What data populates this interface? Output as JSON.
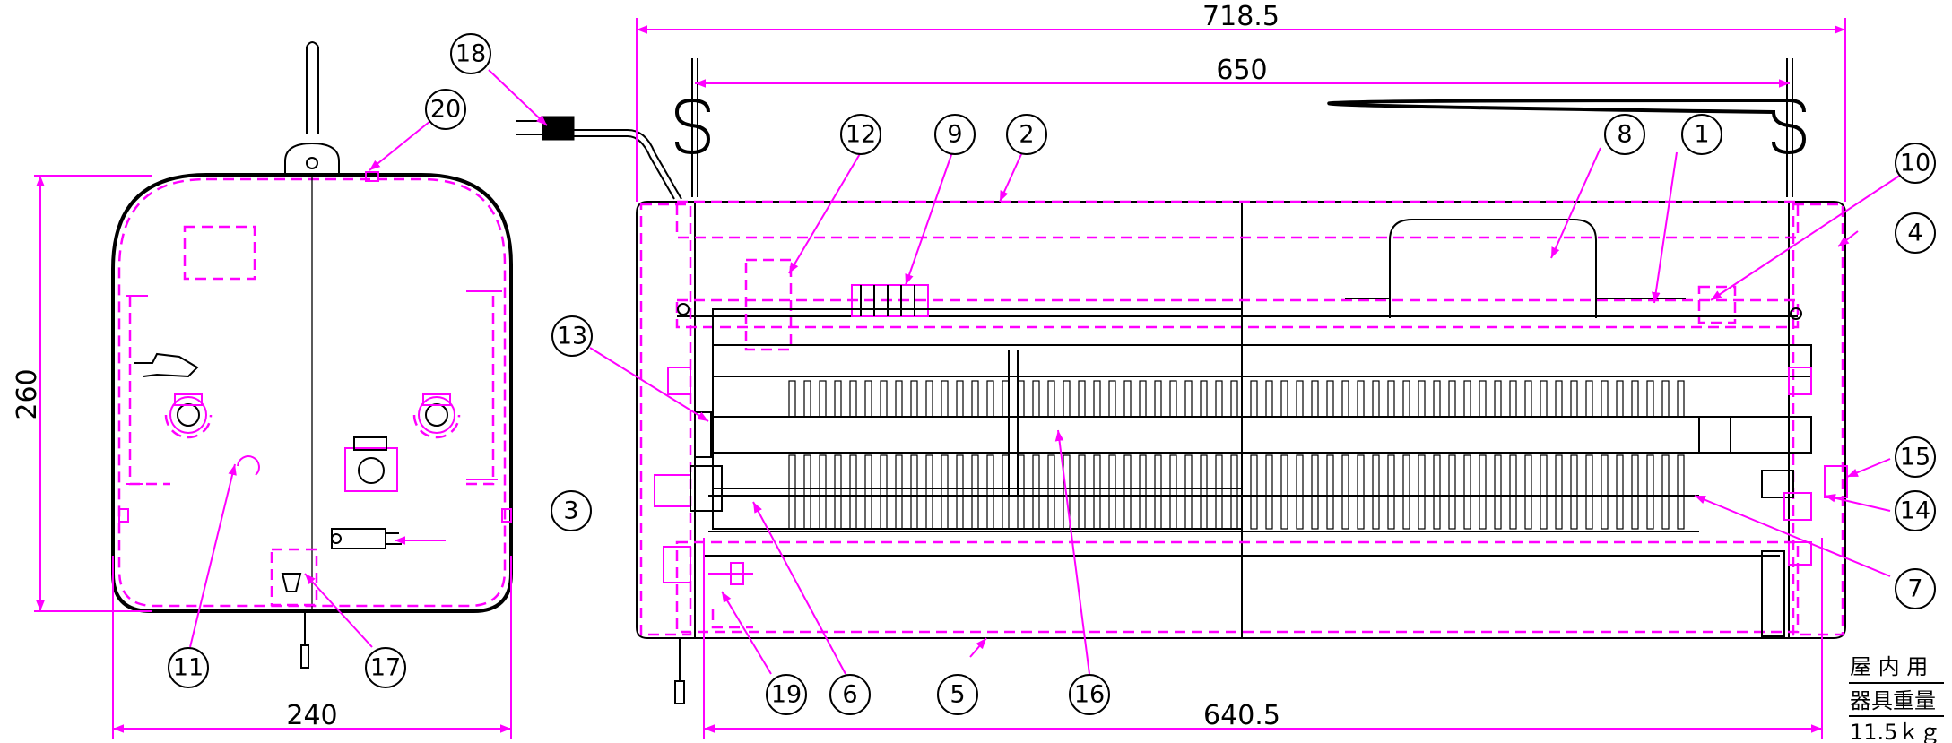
{
  "dimensions": {
    "total_width": "718.5",
    "hanger_pitch": "650",
    "bottom_width": "640.5",
    "side_height": "260",
    "side_width": "240"
  },
  "part_numbers": [
    "1",
    "2",
    "3",
    "4",
    "5",
    "6",
    "7",
    "8",
    "9",
    "10",
    "11",
    "12",
    "13",
    "14",
    "15",
    "16",
    "17",
    "18",
    "19",
    "20"
  ],
  "note": {
    "line1": "屋 内 用",
    "line2": "器具重量",
    "line3": "11.5ｋｇ"
  },
  "colors": {
    "outline": "#000000",
    "hidden_and_dimension": "#ff00ff"
  }
}
